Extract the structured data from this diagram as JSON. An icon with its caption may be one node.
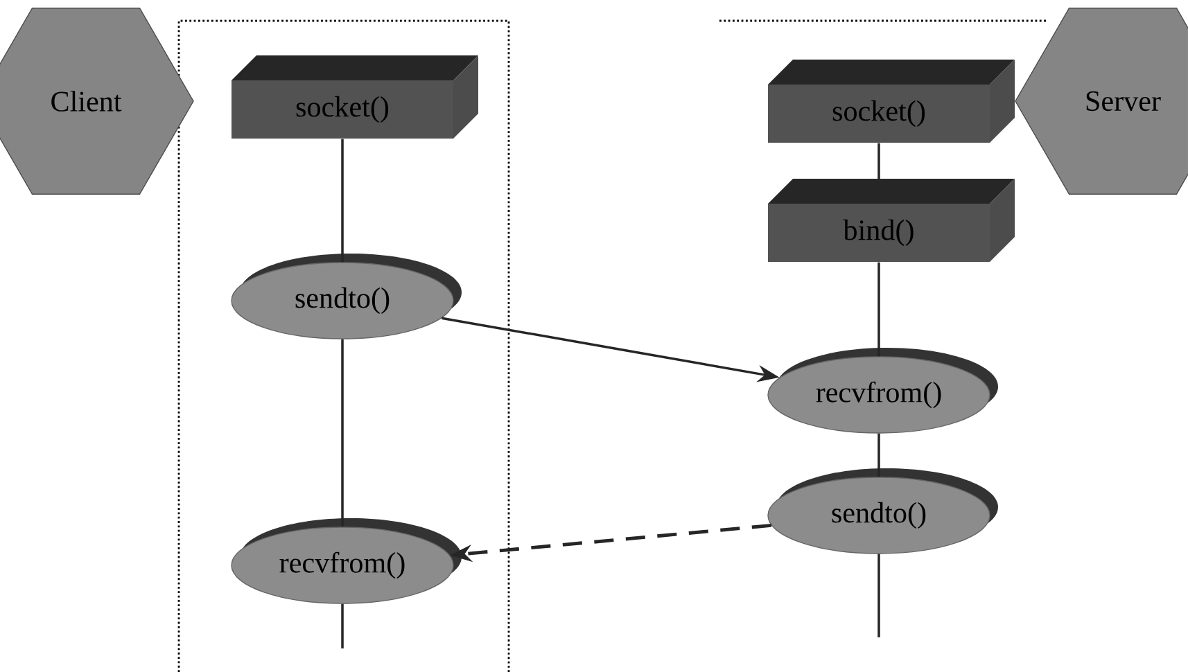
{
  "diagram": {
    "nodes": [
      {
        "text": [
          "Client"
        ]
      },
      {
        "text": [
          "socket()"
        ]
      },
      {
        "text": [
          "sendto()"
        ]
      },
      {
        "text": [
          "recvfrom()"
        ]
      },
      {
        "text": [
          "Server"
        ]
      },
      {
        "text": [
          "socket()"
        ]
      },
      {
        "text": [
          "bind()"
        ]
      },
      {
        "text": [
          "recvfrom()"
        ]
      },
      {
        "text": [
          "sendto()"
        ]
      }
    ],
    "edges": [
      {
        "from": 1,
        "to": 2,
        "arrow": "none"
      },
      {
        "from": 2,
        "to": 3,
        "arrow": "none"
      },
      {
        "from": 3,
        "to": null,
        "arrow": "none"
      },
      {
        "from": 5,
        "to": 6,
        "arrow": "none"
      },
      {
        "from": 6,
        "to": 7,
        "arrow": "none"
      },
      {
        "from": 7,
        "to": 8,
        "arrow": "none"
      },
      {
        "from": 8,
        "to": null,
        "arrow": "none"
      },
      {
        "from": 2,
        "to": 7,
        "arrow": "to"
      },
      {
        "from": 8,
        "to": 3,
        "arrow": "to",
        "style": "dashed"
      }
    ]
  }
}
